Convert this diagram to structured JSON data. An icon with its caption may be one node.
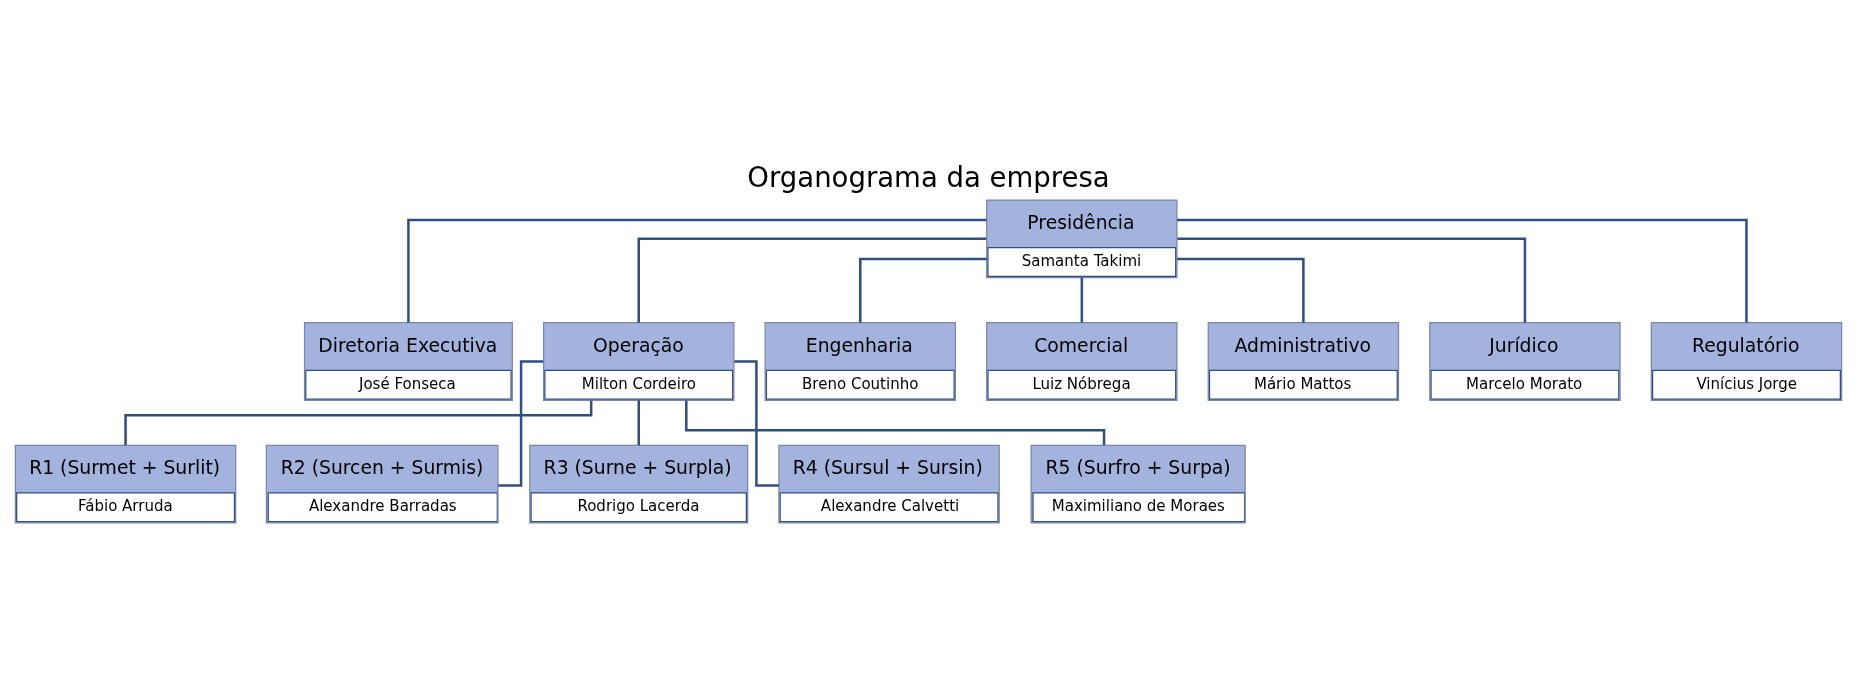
{
  "diagram": {
    "title": "Organograma da empresa",
    "nodes": [
      {
        "text": [
          "Presidência",
          "Samanta Takimi"
        ]
      },
      {
        "text": [
          "Diretoria Executiva",
          "José Fonseca"
        ]
      },
      {
        "text": [
          "Operação",
          "Milton Cordeiro"
        ]
      },
      {
        "text": [
          "Engenharia",
          "Breno Coutinho"
        ]
      },
      {
        "text": [
          "Comercial",
          "Luiz Nóbrega"
        ]
      },
      {
        "text": [
          "Administrativo",
          "Mário Mattos"
        ]
      },
      {
        "text": [
          "Jurídico",
          "Marcelo Morato"
        ]
      },
      {
        "text": [
          "Regulatório",
          "Vinícius Jorge"
        ]
      },
      {
        "text": [
          "R1 (Surmet + Surlit)",
          "Fábio Arruda"
        ]
      },
      {
        "text": [
          "R2 (Surcen + Surmis)",
          "Alexandre Barradas"
        ]
      },
      {
        "text": [
          "R3 (Surne + Surpla)",
          "Rodrigo Lacerda"
        ]
      },
      {
        "text": [
          "R4 (Sursul + Sursin)",
          "Alexandre Calvetti"
        ]
      },
      {
        "text": [
          "R5 (Surfro + Surpa)",
          "Maximiliano de Moraes"
        ]
      }
    ],
    "edges": [
      {
        "from": 0,
        "to": 1,
        "arrow": "none"
      },
      {
        "from": 0,
        "to": 2,
        "arrow": "none"
      },
      {
        "from": 0,
        "to": 3,
        "arrow": "none"
      },
      {
        "from": 0,
        "to": 4,
        "arrow": "none"
      },
      {
        "from": 0,
        "to": 5,
        "arrow": "none"
      },
      {
        "from": 0,
        "to": 6,
        "arrow": "none"
      },
      {
        "from": 0,
        "to": 7,
        "arrow": "none"
      },
      {
        "from": 2,
        "to": 8,
        "arrow": "none"
      },
      {
        "from": 2,
        "to": 9,
        "arrow": "none"
      },
      {
        "from": 2,
        "to": 10,
        "arrow": "none"
      },
      {
        "from": 2,
        "to": 11,
        "arrow": "none"
      },
      {
        "from": 2,
        "to": 12,
        "arrow": "none"
      }
    ]
  }
}
